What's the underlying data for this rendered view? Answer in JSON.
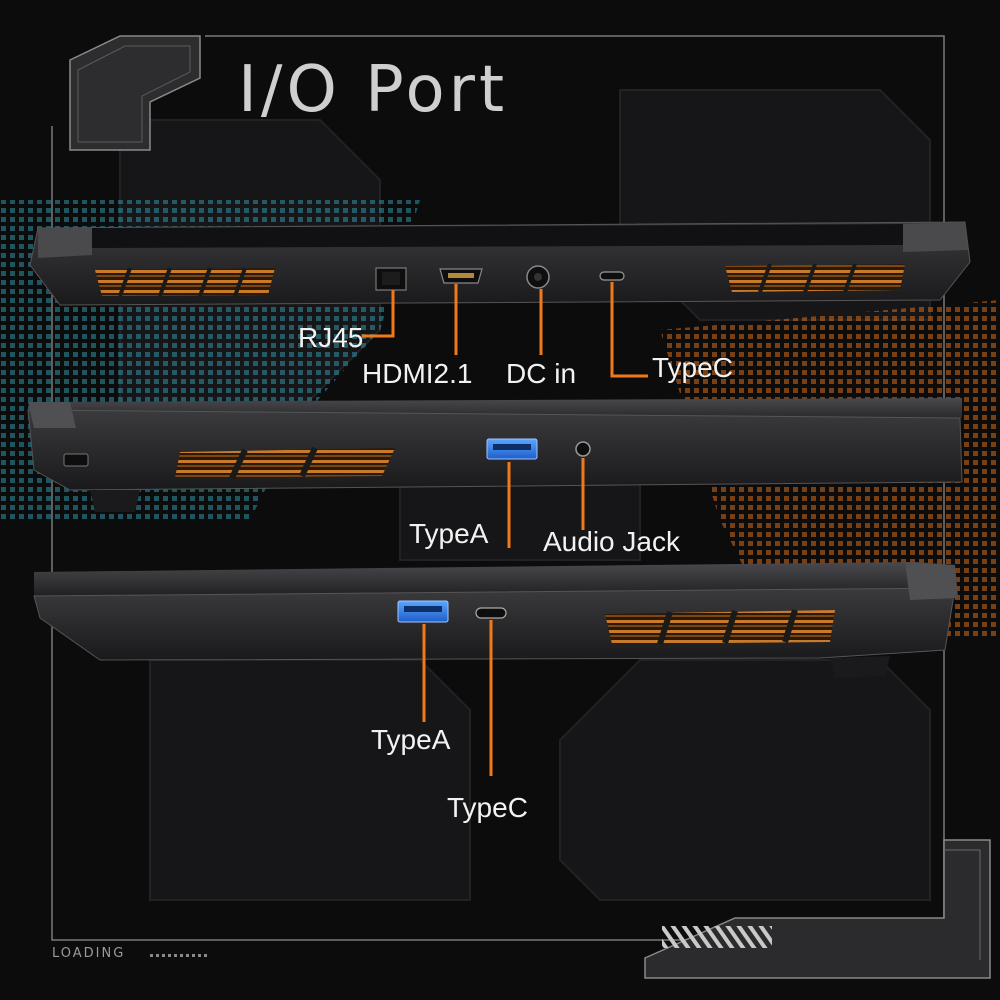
{
  "title": "I/O Port",
  "loading": "LOADING",
  "accent_color": "#f07a1a",
  "port_labels": {
    "rj45": "RJ45",
    "hdmi": "HDMI2.1",
    "dc_in": "DC in",
    "typec_rear": "TypeC",
    "typea_left": "TypeA",
    "audio_jack": "Audio Jack",
    "typea_right": "TypeA",
    "typec_right": "TypeC"
  }
}
